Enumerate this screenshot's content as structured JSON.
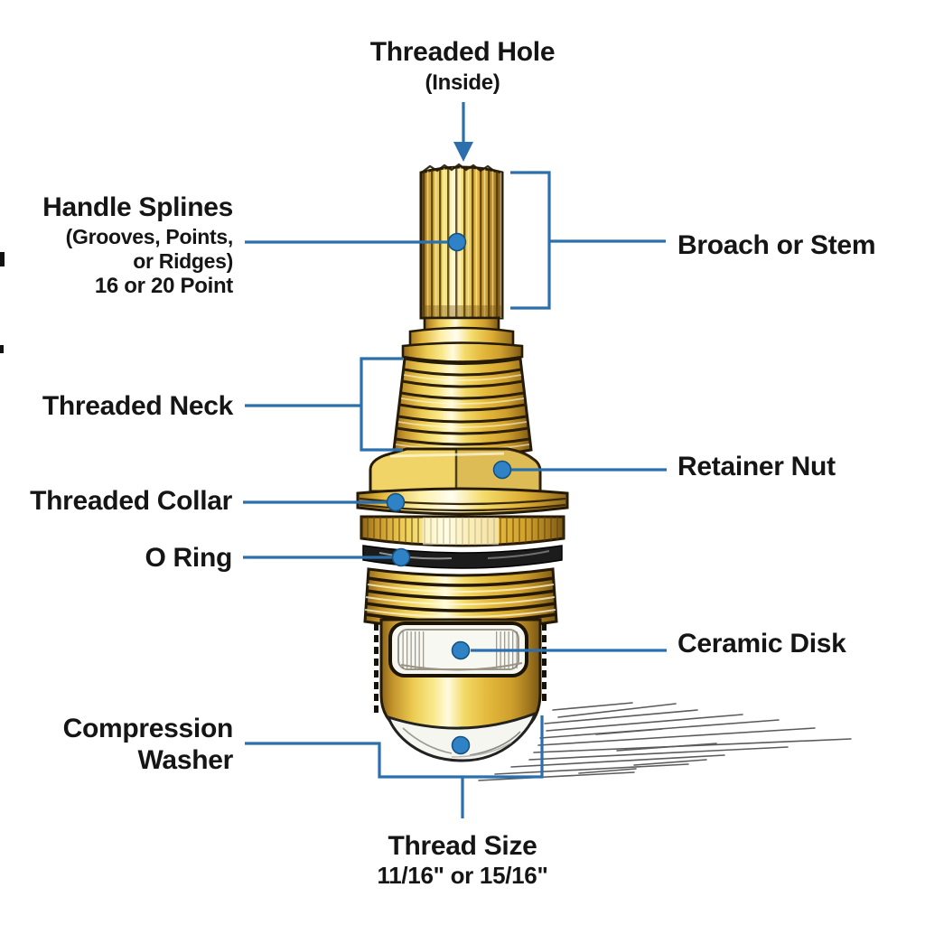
{
  "colors": {
    "leader_line": "#2b6fad",
    "callout_dot": "#2f82c5",
    "brass_highlight": "#fffbdf",
    "brass_mid": "#e8c14a",
    "brass_dark": "#8a641c",
    "outline": "#241a06",
    "o_ring": "#1c1c1c",
    "text": "#151515"
  },
  "labels": {
    "threaded_hole": {
      "title": "Threaded Hole",
      "subtitle": "(Inside)"
    },
    "handle_splines": {
      "title": "Handle Splines",
      "line2": "(Grooves, Points,",
      "line3": "or Ridges)",
      "line4": "16 or 20 Point"
    },
    "broach_or_stem": {
      "title": "Broach or Stem"
    },
    "threaded_neck": {
      "title": "Threaded Neck"
    },
    "retainer_nut": {
      "title": "Retainer Nut"
    },
    "threaded_collar": {
      "title": "Threaded Collar"
    },
    "o_ring": {
      "title": "O Ring"
    },
    "ceramic_disk": {
      "title": "Ceramic Disk"
    },
    "compression_washer": {
      "line1": "Compression",
      "line2": "Washer"
    },
    "thread_size": {
      "title": "Thread Size",
      "subtitle": "11/16\" or 15/16\""
    }
  }
}
